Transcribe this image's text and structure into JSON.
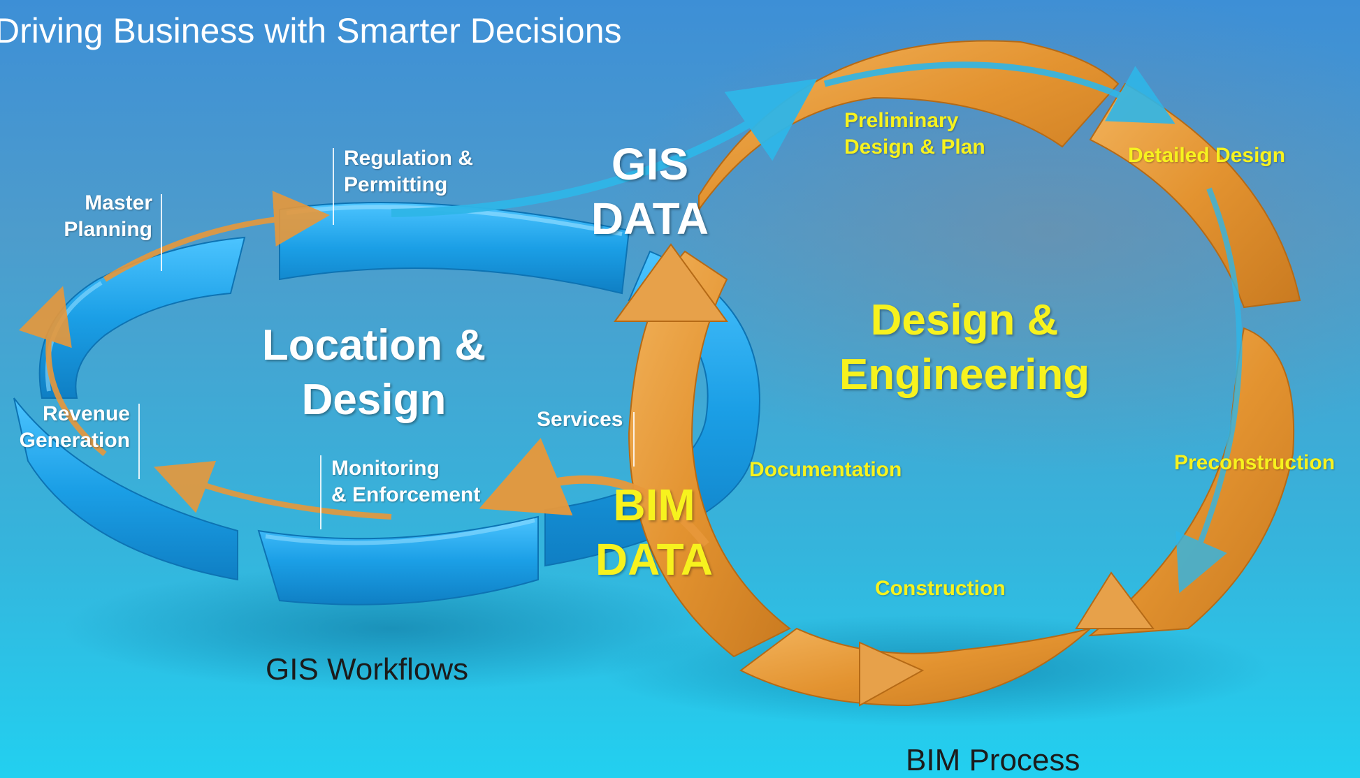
{
  "header": {
    "subtitle": "Driving Business with Smarter Decisions"
  },
  "gis_cycle": {
    "center_label": "Location &\nDesign",
    "steps": [
      {
        "label": "Master\nPlanning"
      },
      {
        "label": "Regulation &\nPermitting"
      },
      {
        "label": "Services"
      },
      {
        "label": "Monitoring\n& Enforcement"
      },
      {
        "label": "Revenue\nGeneration"
      }
    ],
    "caption": "GIS Workflows"
  },
  "bim_cycle": {
    "center_label": "Design &\nEngineering",
    "steps": [
      {
        "label": "Preliminary\nDesign & Plan"
      },
      {
        "label": "Detailed Design"
      },
      {
        "label": "Preconstruction"
      },
      {
        "label": "Construction"
      },
      {
        "label": "Documentation"
      }
    ],
    "caption": "BIM Process"
  },
  "flows": {
    "gis_data": "GIS\nDATA",
    "bim_data": "BIM\nDATA"
  },
  "colors": {
    "gis_ring": "#1aa3e6",
    "bim_ring": "#e89a3a",
    "highlight_text": "#f7f21e",
    "white_text": "#ffffff"
  }
}
